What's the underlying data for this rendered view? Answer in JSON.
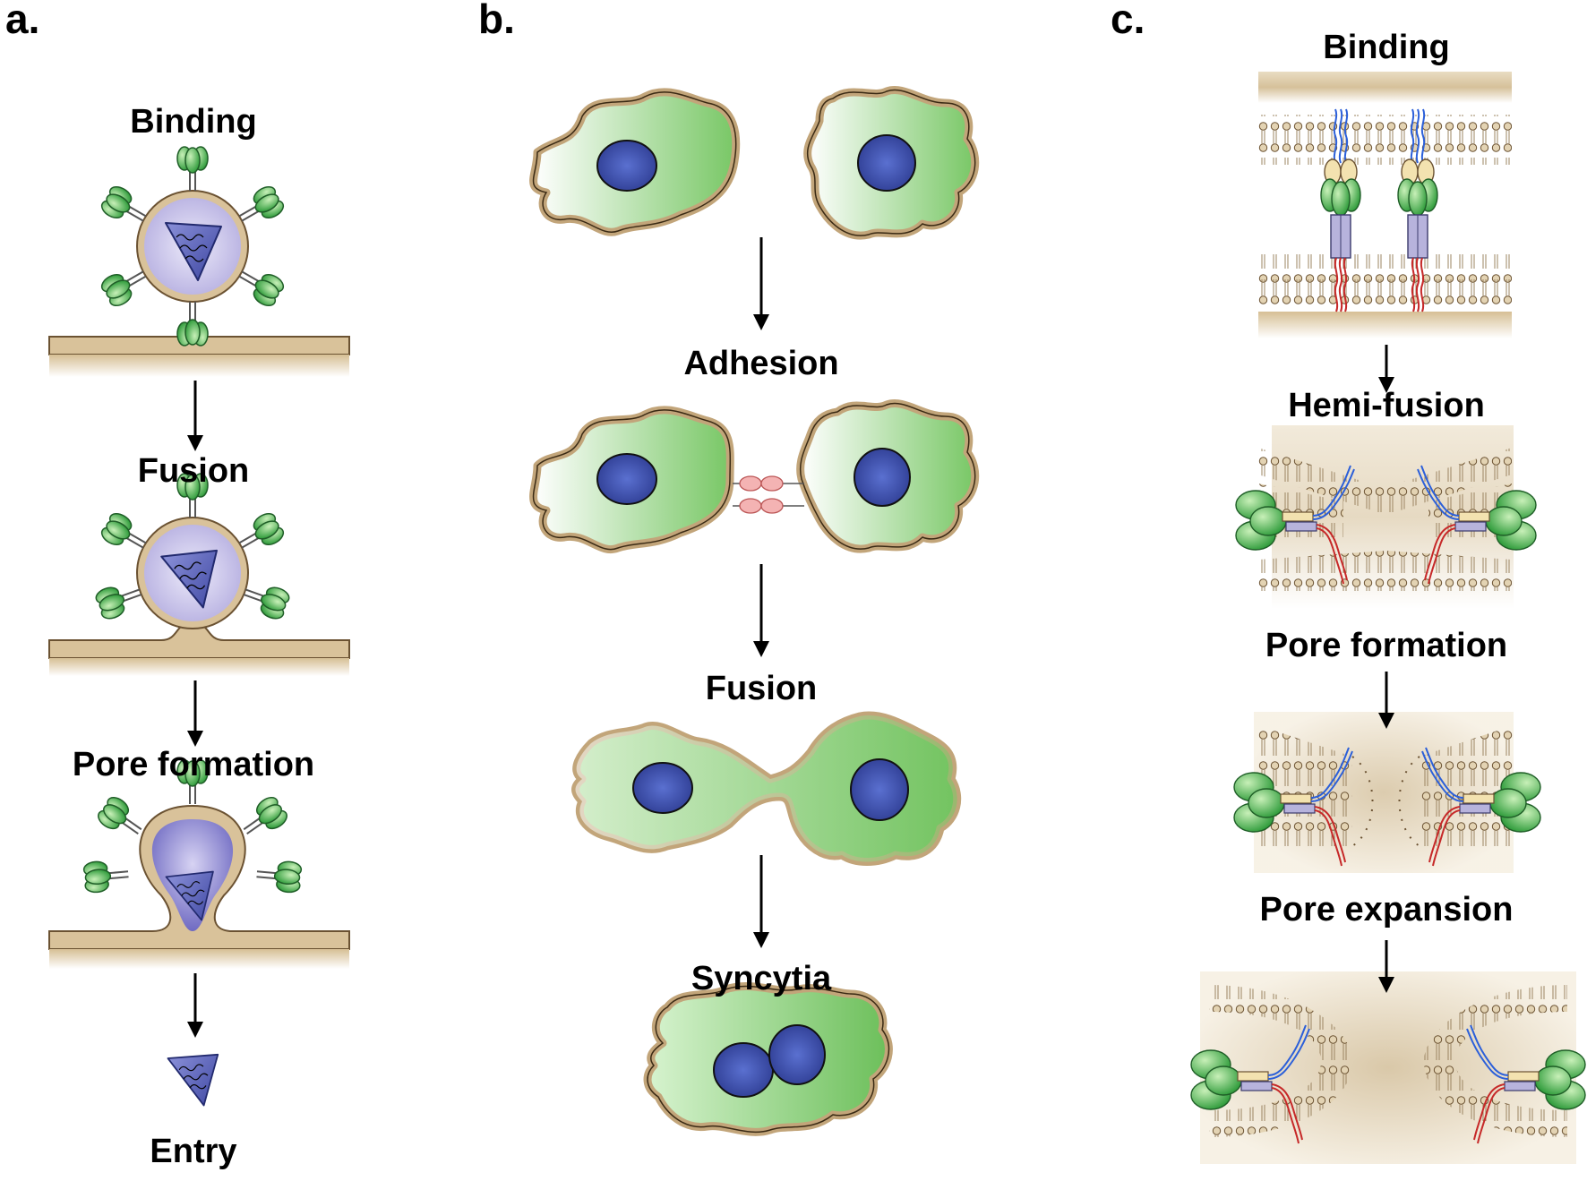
{
  "panels": {
    "a": {
      "label": "a.",
      "steps": [
        "Binding",
        "Fusion",
        "Pore formation",
        "Entry"
      ]
    },
    "b": {
      "label": "b.",
      "steps": [
        "Adhesion",
        "Fusion",
        "Syncytia"
      ]
    },
    "c": {
      "label": "c.",
      "steps": [
        "Binding",
        "Hemi-fusion",
        "Pore formation",
        "Pore expansion"
      ]
    }
  },
  "colors": {
    "membrane": "#d9c29a",
    "membrane_stroke": "#6b5232",
    "virion": "#c9c4ec",
    "capsid": "#5a62b8",
    "spike": "#4caf50",
    "cell_green": "#7dc96a",
    "nucleus": "#3e4ea6",
    "adhesion": "#f2a5a5",
    "lipid_head": "#c8b08a",
    "helix_blue": "#2b5fd9",
    "helix_red": "#c62828"
  }
}
